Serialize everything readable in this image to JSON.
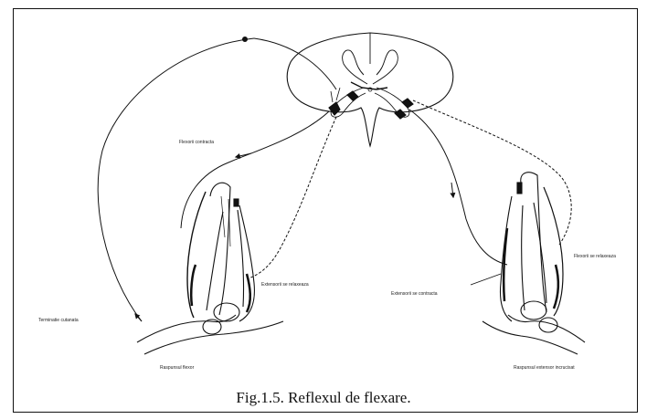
{
  "labels": {
    "flexori_contracta": "Flexorii contracta",
    "extensori_se_relaxeaza": "Extensorii se relaxeaza",
    "extensori_se_contracta": "Extensorii se contracta",
    "flexori_se_relaxeaza": "Flexorii se relaxeaza",
    "terminatie_cutanata": "Terminatie cutanata",
    "raspunsul_flexor": "Raspunsul flexor",
    "raspunsul_extensor": "Raspunsul extensor incrucisat"
  },
  "caption": "Fig.1.5. Reflexul de flexare."
}
